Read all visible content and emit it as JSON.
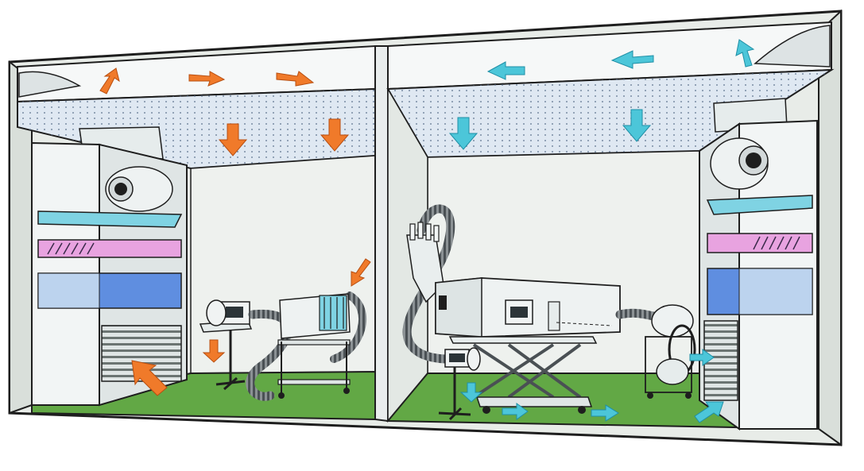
{
  "scene": {
    "kind": "cleanroom-airflow-illustration",
    "rooms": [
      {
        "id": "left-room",
        "equipment": [
          "air-handling-unit",
          "test-stand-with-monitor",
          "cart-with-heat-exchanger",
          "flexible-ducting"
        ],
        "arrow_color": "#f07a2a"
      },
      {
        "id": "right-room",
        "equipment": [
          "air-handling-unit",
          "scissor-lift-table",
          "horizontal-test-chamber",
          "blower-motor-on-cart",
          "flexible-ducting"
        ],
        "arrow_color": "#4cc6d9"
      }
    ]
  },
  "colors": {
    "outline": "#1e1e1e",
    "wall": "#e6eae6",
    "wall_dark": "#cfd6d0",
    "floor": "#62a845",
    "ceiling_diffuser": "#dfe8f2",
    "filter_cyan": "#7fd3e3",
    "filter_pink": "#e8a3e0",
    "filter_blue": "#5f8ee0",
    "warm_arrow": "#f07a2a",
    "cool_arrow": "#4cc6d9",
    "equipment": "#eef1f1"
  }
}
